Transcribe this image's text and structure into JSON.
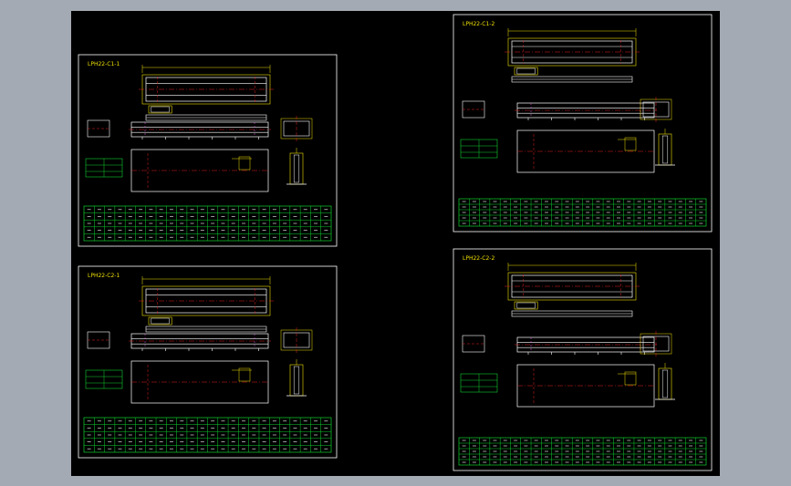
{
  "viewport": {
    "background_color": "#a4aab3",
    "canvas_color": "#000000"
  },
  "colors": {
    "frame": "#ffffff",
    "title": "#f0e000",
    "dimension": "#f0e000",
    "centerline": "#e02020",
    "table": "#10d030",
    "outline": "#ffffff",
    "hidden": "#e060e0"
  },
  "sheets": [
    {
      "id": "sheet-1",
      "title": "LPH22-C1-1"
    },
    {
      "id": "sheet-2",
      "title": "LPH22-C1-2"
    },
    {
      "id": "sheet-3",
      "title": "LPH22-C2-1"
    },
    {
      "id": "sheet-4",
      "title": "LPH22-C2-2"
    }
  ]
}
